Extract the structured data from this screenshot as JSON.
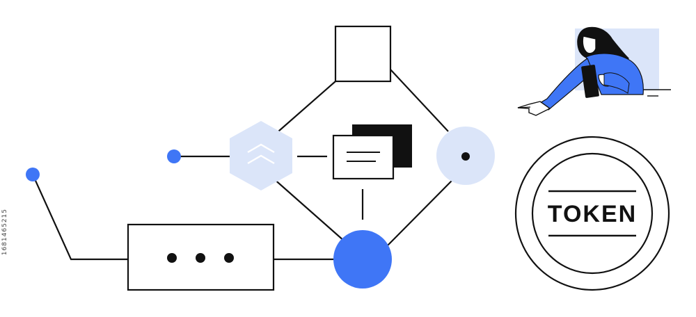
{
  "token": {
    "label": "TOKEN"
  },
  "stock_id": "1681465215",
  "colors": {
    "accent": "#3f76f6",
    "light_accent": "#dbe5f9",
    "stroke": "#111111",
    "background": "#ffffff"
  },
  "icons": {
    "top_box": "square-node",
    "hexagon": "hexagon-chevron-up-icon",
    "documents": "stacked-documents-icon",
    "gray_circle": "dot-circle-node",
    "blue_circle": "filled-circle-node",
    "dots_box": "ellipsis-box",
    "person": "woman-with-tablet-pointing",
    "token": "token-coin-icon"
  }
}
